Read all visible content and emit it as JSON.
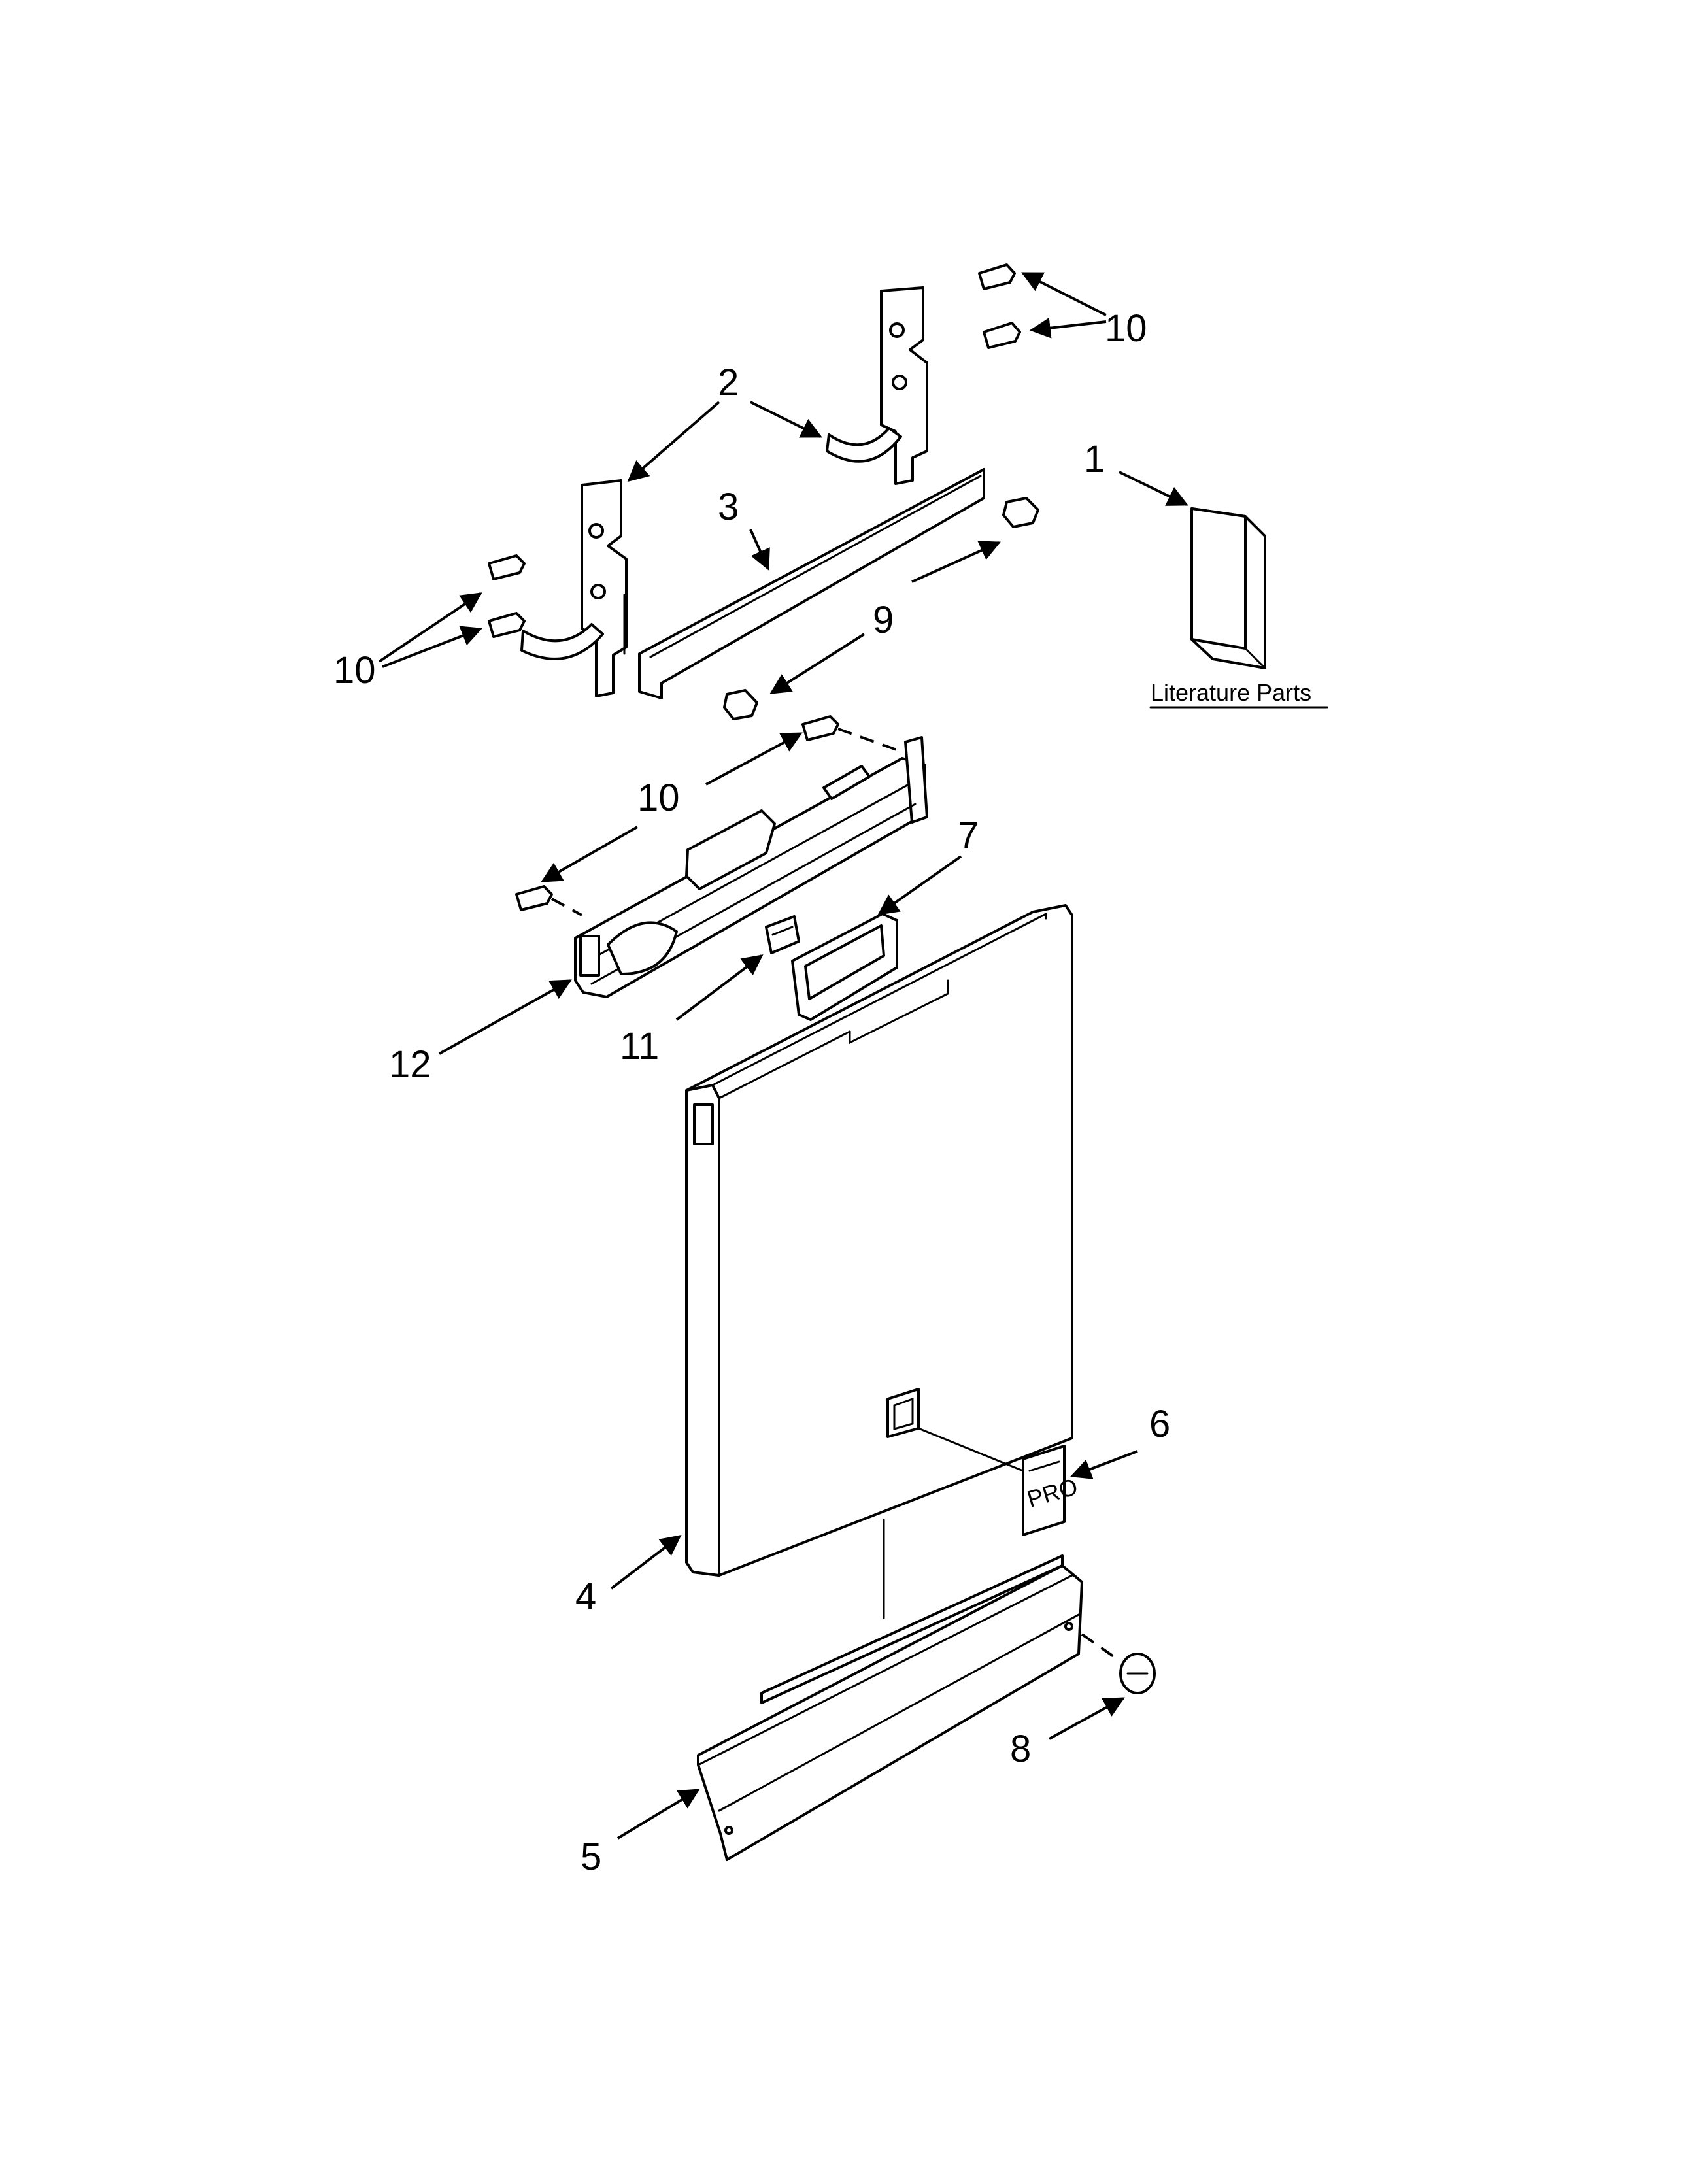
{
  "diagram": {
    "literature_label": "Literature Parts",
    "callouts": {
      "c1": "1",
      "c2": "2",
      "c3": "3",
      "c4": "4",
      "c5": "5",
      "c6": "6",
      "c7": "7",
      "c8": "8",
      "c9": "9",
      "c10_top": "10",
      "c10_left": "10",
      "c10_mid": "10",
      "c11": "11",
      "c12": "12"
    },
    "badge_text": "PRO"
  }
}
